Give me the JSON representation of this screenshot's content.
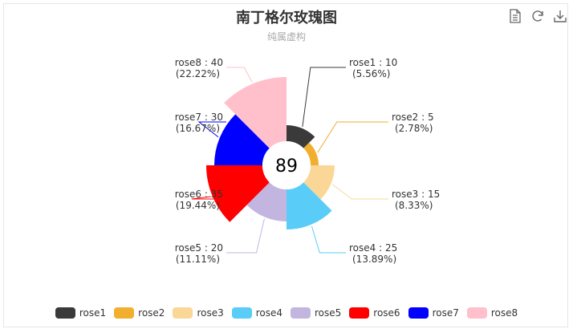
{
  "chart_data": {
    "type": "pie",
    "subtype": "nightingale-rose",
    "title": "南丁格尔玫瑰图",
    "subtitle": "纯属虚构",
    "center_label": "89",
    "legend_position": "bottom",
    "series": [
      {
        "name": "rose1",
        "value": 10,
        "percent": "5.56%",
        "color": "#3a3a3a"
      },
      {
        "name": "rose2",
        "value": 5,
        "percent": "2.78%",
        "color": "#f2ae2f"
      },
      {
        "name": "rose3",
        "value": 15,
        "percent": "8.33%",
        "color": "#fad797"
      },
      {
        "name": "rose4",
        "value": 25,
        "percent": "13.89%",
        "color": "#59cdf7"
      },
      {
        "name": "rose5",
        "value": 20,
        "percent": "11.11%",
        "color": "#c2b6e0"
      },
      {
        "name": "rose6",
        "value": 35,
        "percent": "19.44%",
        "color": "#ff0000"
      },
      {
        "name": "rose7",
        "value": 30,
        "percent": "16.67%",
        "color": "#0000ff"
      },
      {
        "name": "rose8",
        "value": 40,
        "percent": "22.22%",
        "color": "#ffc0cb"
      }
    ]
  },
  "toolbar": {
    "data_view_icon": "document-icon",
    "restore_icon": "refresh-icon",
    "save_icon": "download-icon"
  }
}
